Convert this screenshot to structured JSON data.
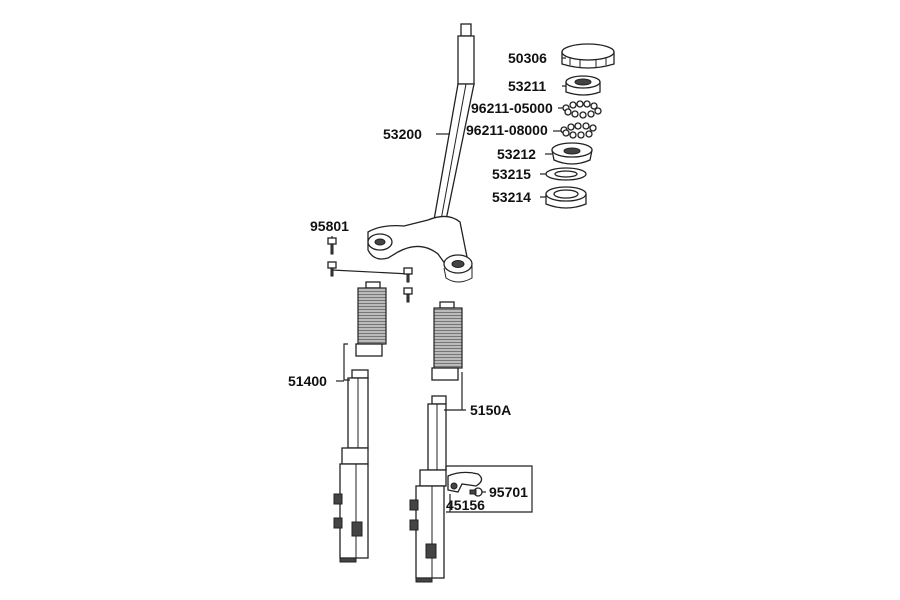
{
  "diagram": {
    "labels": {
      "p50306": "50306",
      "p53211": "53211",
      "p96211_05000": "96211-05000",
      "p96211_08000": "96211-08000",
      "p53200": "53200",
      "p53212": "53212",
      "p53215": "53215",
      "p53214": "53214",
      "p95801": "95801",
      "p51400": "51400",
      "p5150A": "5150A",
      "p95701": "95701",
      "p45156": "45156"
    }
  }
}
